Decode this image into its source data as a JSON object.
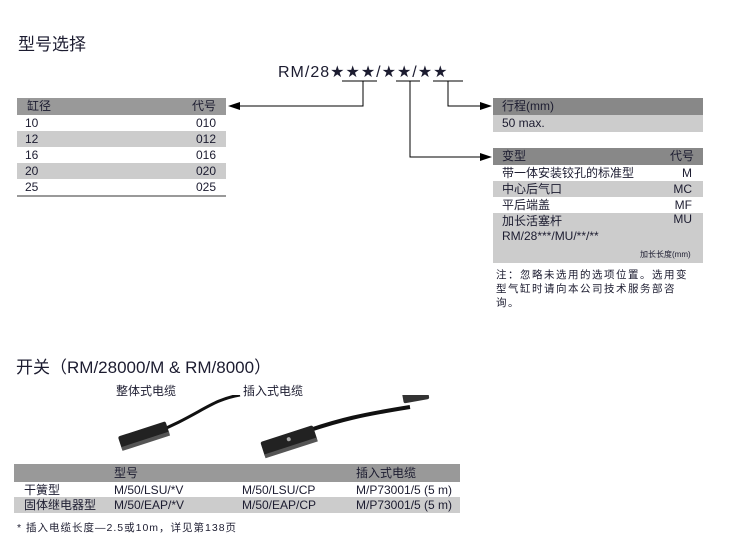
{
  "section1": {
    "title": "型号选择",
    "code": "RM/28★★★/★★/★★"
  },
  "bore_table": {
    "headers": [
      "缸径",
      "代号"
    ],
    "rows": [
      [
        "10",
        "010"
      ],
      [
        "12",
        "012"
      ],
      [
        "16",
        "016"
      ],
      [
        "20",
        "020"
      ],
      [
        "25",
        "025"
      ]
    ]
  },
  "stroke_table": {
    "header": "行程(mm)",
    "value": "50 max."
  },
  "variant_table": {
    "headers": [
      "变型",
      "代号"
    ],
    "rows": [
      [
        "带一体安装铰孔的标准型",
        "M"
      ],
      [
        "中心后气口",
        "MC"
      ],
      [
        "平后端盖",
        "MF"
      ],
      [
        "加长活塞杆",
        "MU"
      ]
    ],
    "mu_code": "RM/28***/MU/**/**",
    "mu_label": "加长长度(mm)"
  },
  "note": [
    "注：忽略未选用的选项位置。选用变",
    "型气缸时请向本公司技术服务部咨",
    "询。"
  ],
  "section2": {
    "title": "开关（RM/28000/M & RM/8000）",
    "label_integral": "整体式电缆",
    "label_plugin": "插入式电缆"
  },
  "switch_table": {
    "headers": [
      "",
      "型号",
      "",
      "插入式电缆"
    ],
    "rows": [
      [
        "干簧型",
        "M/50/LSU/*V",
        "M/50/LSU/CP",
        "M/P73001/5 (5 m)"
      ],
      [
        "固体继电器型",
        "M/50/EAP/*V",
        "M/50/EAP/CP",
        "M/P73001/5 (5 m)"
      ]
    ]
  },
  "footnote": "* 插入电缆长度—2.5或10m，详见第138页"
}
